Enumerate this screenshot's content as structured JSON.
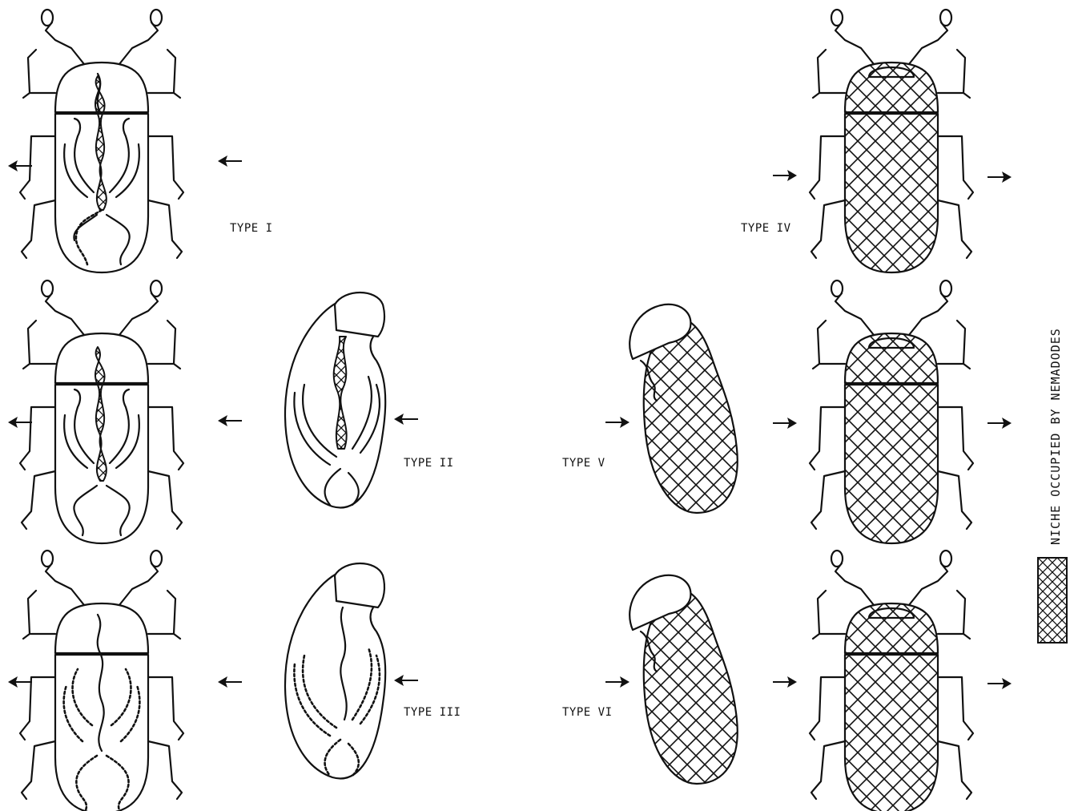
{
  "labels": {
    "type_1": "TYPE I",
    "type_2": "TYPE II",
    "type_3": "TYPE III",
    "type_4": "TYPE IV",
    "type_5": "TYPE V",
    "type_6": "TYPE VI"
  },
  "legend": {
    "text": "NICHE OCCUPIED BY NEMADODES"
  },
  "colors": {
    "ink": "#111111",
    "paper": "#ffffff"
  }
}
